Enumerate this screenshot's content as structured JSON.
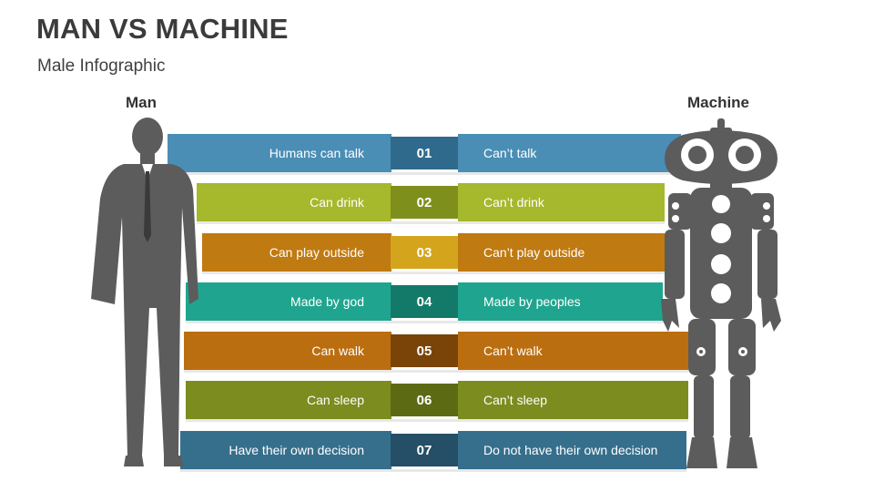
{
  "title": "MAN VS MACHINE",
  "subtitle": "Male Infographic",
  "left_label": "Man",
  "right_label": "Machine",
  "rows": [
    {
      "num": "01",
      "left": "Humans can talk",
      "right": "Can’t talk",
      "color": "#4a8eb5",
      "dark": "#2f6a8c"
    },
    {
      "num": "02",
      "left": "Can drink",
      "right": "Can’t drink",
      "color": "#a6b82c",
      "dark": "#7f8f1c"
    },
    {
      "num": "03",
      "left": "Can play outside",
      "right": "Can’t play outside",
      "color": "#c07a12",
      "dark": "#d4a51c"
    },
    {
      "num": "04",
      "left": "Made by god",
      "right": "Made by peoples",
      "color": "#1fa58f",
      "dark": "#137a69"
    },
    {
      "num": "05",
      "left": "Can walk",
      "right": "Can’t walk",
      "color": "#bb6e10",
      "dark": "#7a4408"
    },
    {
      "num": "06",
      "left": "Can sleep",
      "right": "Can’t sleep",
      "color": "#7d8c1f",
      "dark": "#5c6a14"
    },
    {
      "num": "07",
      "left": "Have their own decision",
      "right": "Do not have their own decision",
      "color": "#366f8c",
      "dark": "#244f66"
    }
  ]
}
